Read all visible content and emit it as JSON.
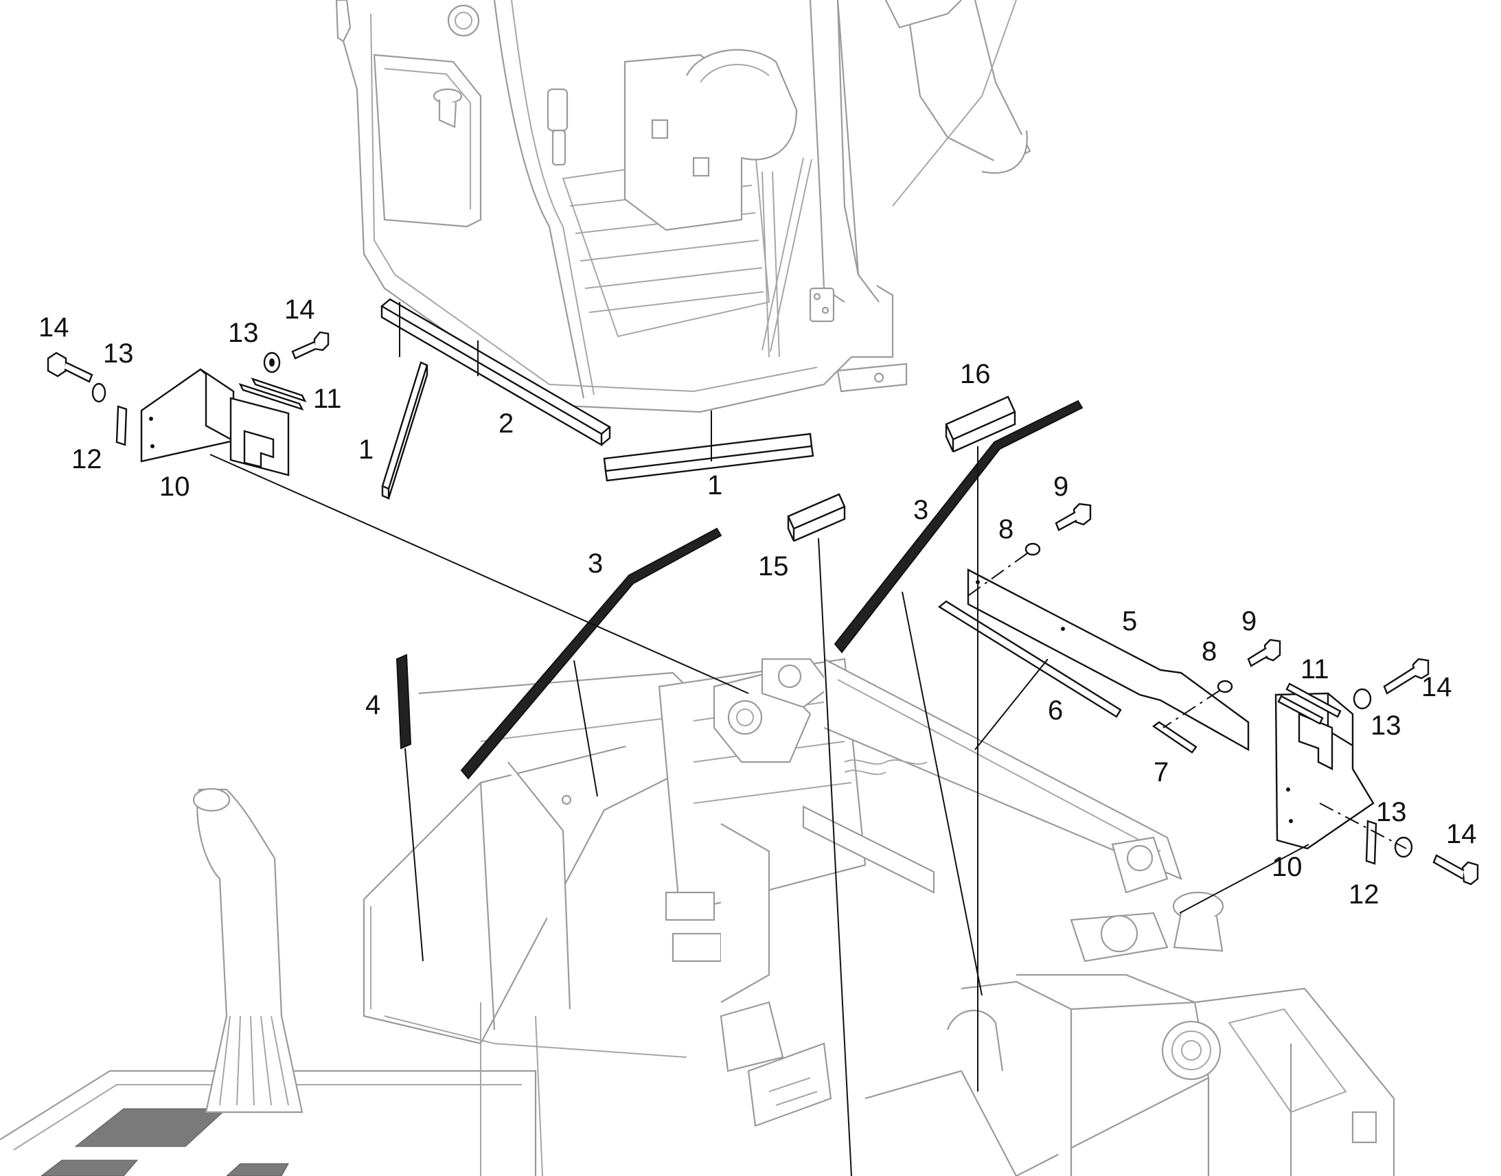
{
  "diagram": {
    "callouts": [
      {
        "id": "c14a",
        "text": "14"
      },
      {
        "id": "c13a",
        "text": "13"
      },
      {
        "id": "c12a",
        "text": "12"
      },
      {
        "id": "c10a",
        "text": "10"
      },
      {
        "id": "c13b",
        "text": "13"
      },
      {
        "id": "c14b",
        "text": "14"
      },
      {
        "id": "c11a",
        "text": "11"
      },
      {
        "id": "c1a",
        "text": "1"
      },
      {
        "id": "c2",
        "text": "2"
      },
      {
        "id": "c1b",
        "text": "1"
      },
      {
        "id": "c16",
        "text": "16"
      },
      {
        "id": "c3a",
        "text": "3"
      },
      {
        "id": "c3b",
        "text": "3"
      },
      {
        "id": "c15",
        "text": "15"
      },
      {
        "id": "c9a",
        "text": "9"
      },
      {
        "id": "c8a",
        "text": "8"
      },
      {
        "id": "c5",
        "text": "5"
      },
      {
        "id": "c9b",
        "text": "9"
      },
      {
        "id": "c8b",
        "text": "8"
      },
      {
        "id": "c6",
        "text": "6"
      },
      {
        "id": "c4",
        "text": "4"
      },
      {
        "id": "c11b",
        "text": "11"
      },
      {
        "id": "c14c",
        "text": "14"
      },
      {
        "id": "c13c",
        "text": "13"
      },
      {
        "id": "c7",
        "text": "7"
      },
      {
        "id": "c13d",
        "text": "13"
      },
      {
        "id": "c14d",
        "text": "14"
      },
      {
        "id": "c10b",
        "text": "10"
      },
      {
        "id": "c12b",
        "text": "12"
      }
    ]
  }
}
